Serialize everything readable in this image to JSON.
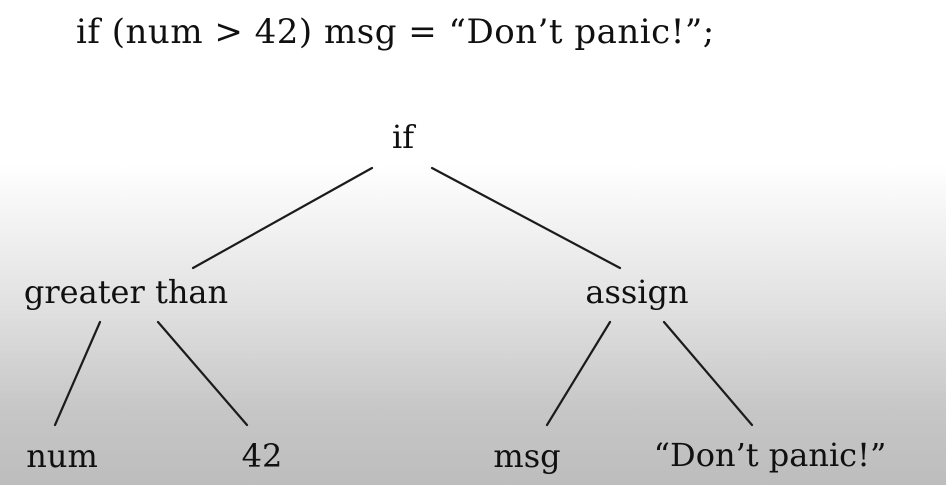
{
  "title": "if (num > 42) msg = “Don’t panic!”;",
  "tree": {
    "root": "if",
    "left": {
      "label": "greater than",
      "children": [
        "num",
        "42"
      ]
    },
    "right": {
      "label": "assign",
      "children": [
        "msg",
        "“Don’t panic!”"
      ]
    }
  }
}
